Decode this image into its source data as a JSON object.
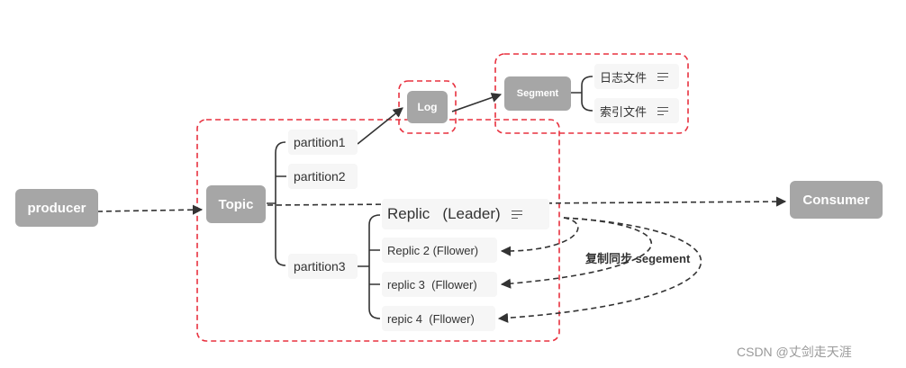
{
  "nodes": {
    "producer": "producer",
    "topic": "Topic",
    "log": "Log",
    "segment": "Segment",
    "consumer": "Consumer"
  },
  "partitions": [
    "partition1",
    "partition2",
    "partition3"
  ],
  "segment_files": [
    "日志文件",
    "索引文件"
  ],
  "replicas": [
    "Replic   (Leader)",
    "Replic 2 (Fllower)",
    "replic 3  (Fllower)",
    "repic 4  (Fllower)"
  ],
  "sync_label": "复制同步 segement",
  "watermark": "CSDN @丈剑走天涯",
  "colors": {
    "node": "#a6a6a6",
    "leaf": "#f6f6f6",
    "boundary": "#e8313f",
    "line": "#333333"
  },
  "icons": {
    "note": "lines-icon"
  }
}
